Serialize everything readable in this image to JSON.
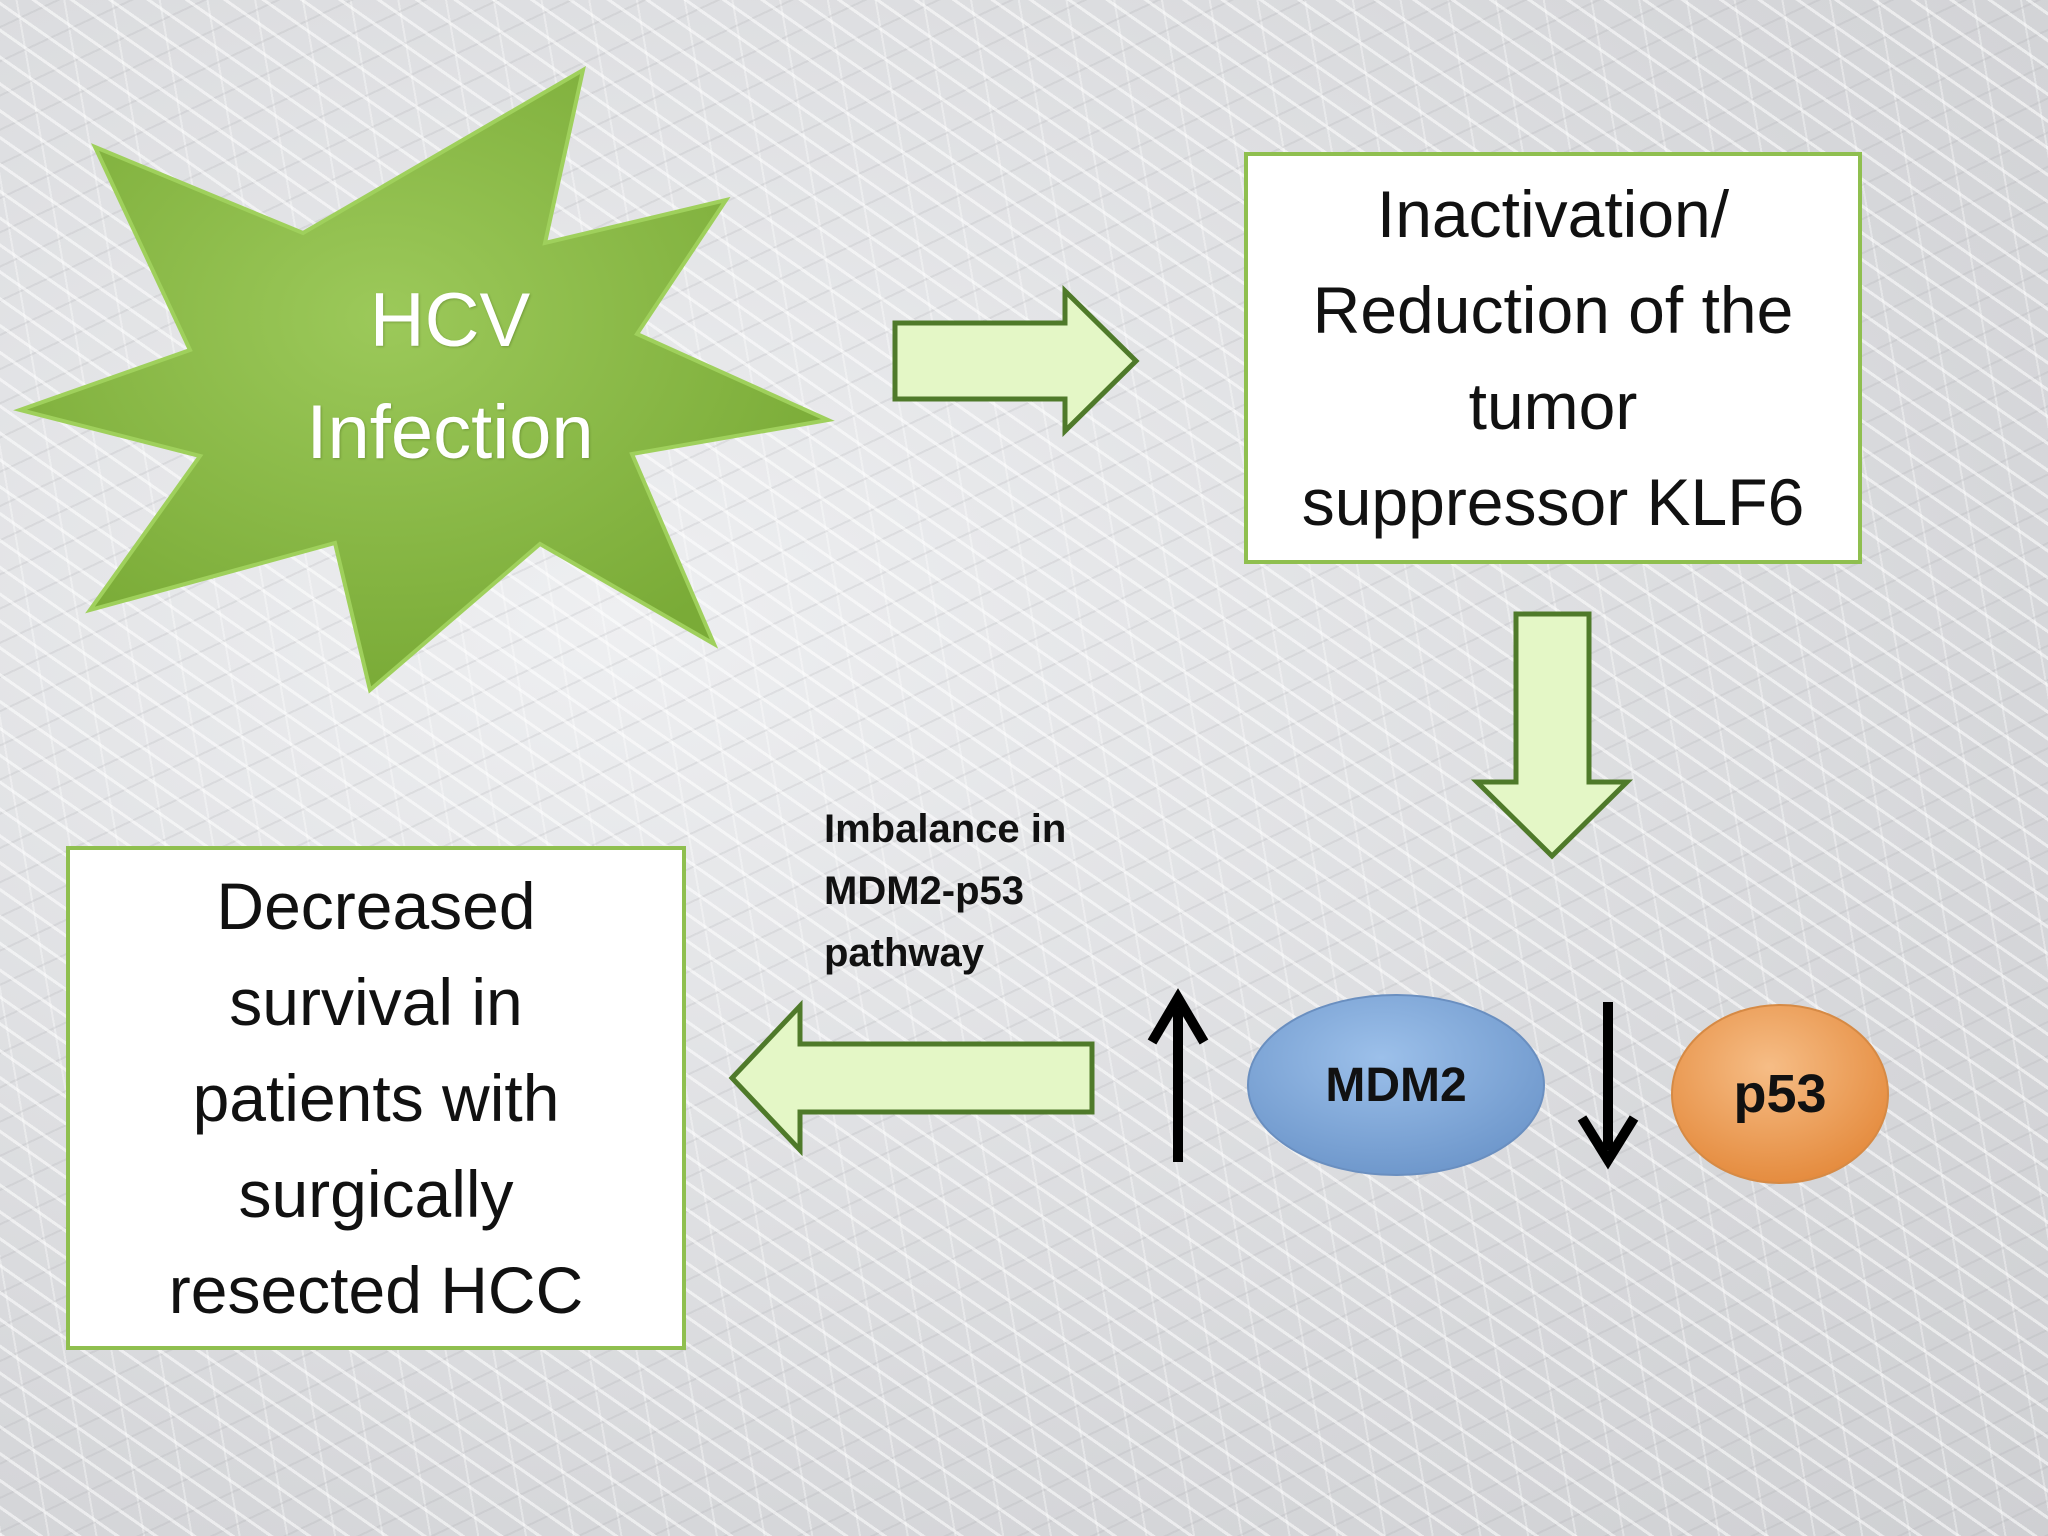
{
  "colors": {
    "star_fill": "#8ab843",
    "box_border": "#8fbf4f",
    "arrow_fill": "#e4f7c6",
    "arrow_stroke": "#4f7a2a",
    "mdm2_fill": "#7ea7d8",
    "p53_fill": "#f0a25c"
  },
  "nodes": {
    "hcv_infection": "HCV\nInfection",
    "klf6_box": "Inactivation/\nReduction of the\ntumor\nsuppressor KLF6",
    "survival_box": "Decreased\nsurvival in\npatients with\nsurgically\nresected HCC",
    "mdm2": "MDM2",
    "p53": "p53"
  },
  "labels": {
    "pathway": "Imbalance in\nMDM2-p53\npathway"
  },
  "indicators": {
    "mdm2_change": "up-arrow",
    "p53_change": "down-arrow"
  }
}
